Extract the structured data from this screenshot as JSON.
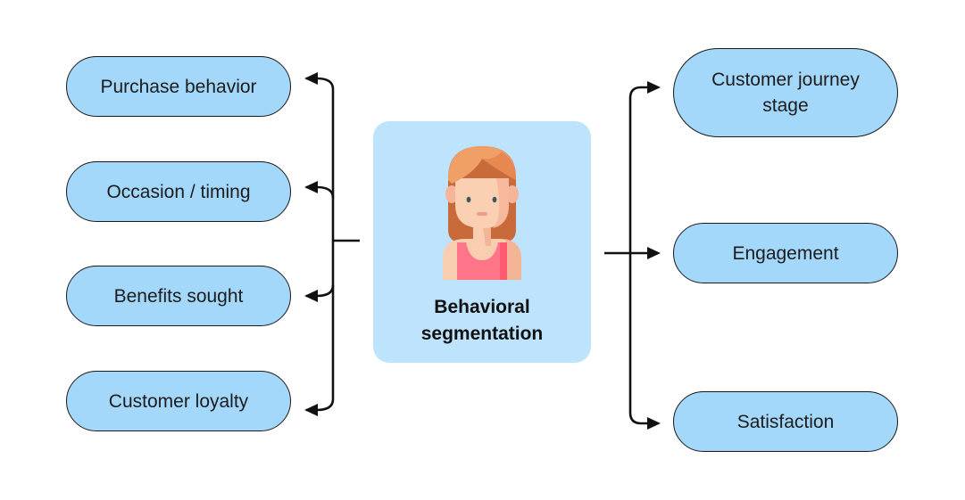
{
  "center": {
    "title": "Behavioral\nsegmentation",
    "icon": "woman-avatar-icon"
  },
  "left_items": [
    {
      "label": "Purchase behavior"
    },
    {
      "label": "Occasion / timing"
    },
    {
      "label": "Benefits sought"
    },
    {
      "label": "Customer loyalty"
    }
  ],
  "right_items": [
    {
      "label": "Customer journey\nstage"
    },
    {
      "label": "Engagement"
    },
    {
      "label": "Satisfaction"
    }
  ],
  "colors": {
    "pill_fill": "#a3d8fb",
    "card_fill": "#bde3fd",
    "stroke": "#1a1a1a"
  }
}
